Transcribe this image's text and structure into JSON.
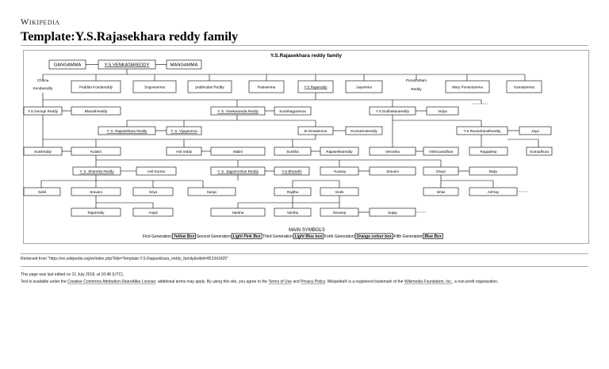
{
  "header": {
    "wordmark": "Wikipedia",
    "title": "Template:Y.S.Rajasekhara reddy family"
  },
  "diagram": {
    "title": "Y.S.Rajasekhara reddy family",
    "nodes": [
      {
        "id": "gangamma",
        "label": "GANGAMMA"
      },
      {
        "id": "ysv",
        "label": "Y.S.VENKATAREDDY"
      },
      {
        "id": "mangamma",
        "label": "MANGAMMA"
      },
      {
        "id": "chinna1",
        "label": "Chinna"
      },
      {
        "id": "chinna2",
        "label": "Kondareddy"
      },
      {
        "id": "pedda",
        "label": "Peddda Kondareddy"
      },
      {
        "id": "suguna",
        "label": "Sugunamma"
      },
      {
        "id": "prabhu",
        "label": "prabhudas Reddy"
      },
      {
        "id": "ratna",
        "label": "Ratnamma"
      },
      {
        "id": "ysraja",
        "label": "Y.S.Rajareddy"
      },
      {
        "id": "jayamma",
        "label": "Jayamma"
      },
      {
        "id": "puru1",
        "label": "Purushottam"
      },
      {
        "id": "puru2",
        "label": "Reddy"
      },
      {
        "id": "mary",
        "label": "Mary Puneetamma"
      },
      {
        "id": "kamala",
        "label": "Kamalamma"
      },
      {
        "id": "ysgeorge",
        "label": "Y.S.George Reddy"
      },
      {
        "id": "bharathi1",
        "label": "Bharathireddy"
      },
      {
        "id": "vivek",
        "label": "Y. S. Vivekananda Reddy"
      },
      {
        "id": "soubhag",
        "label": "Soubhagyamma"
      },
      {
        "id": "sudhakar",
        "label": "Y.S.Sudhakarareddy"
      },
      {
        "id": "vidya",
        "label": "Vidya"
      },
      {
        "id": "ysr",
        "label": "Y. S. Rajasekhara Reddy"
      },
      {
        "id": "vijaya",
        "label": "Y. S. Vijayamma"
      },
      {
        "id": "vimala",
        "label": "B.Vimalamma"
      },
      {
        "id": "kumar",
        "label": "KUmarKotireddy"
      },
      {
        "id": "ravindra",
        "label": "Y.S.Ravindranathreddy"
      },
      {
        "id": "jaya",
        "label": "Jaya"
      },
      {
        "id": "suni",
        "label": "Sunilreddy"
      },
      {
        "id": "kulasri",
        "label": "Kulasri"
      },
      {
        "id": "anil",
        "label": "Anil reddy"
      },
      {
        "id": "malini",
        "label": "Malini"
      },
      {
        "id": "sunitha",
        "label": "Sunitha"
      },
      {
        "id": "rajasekhar",
        "label": "Rajasekhareddy"
      },
      {
        "id": "veronika",
        "label": "Veronika"
      },
      {
        "id": "vishnu",
        "label": "Vishnuvardhan"
      },
      {
        "id": "ragadeep",
        "label": "Ragadeep"
      },
      {
        "id": "sumadhura",
        "label": "Sumadhura"
      },
      {
        "id": "sharmila",
        "label": "Y. S. Sharmila Reddy"
      },
      {
        "id": "anilkumar",
        "label": "Anil Kumar"
      },
      {
        "id": "jagan",
        "label": "Y. S. Jaganmohan Reddy"
      },
      {
        "id": "bharathi2",
        "label": "Y.S.Bharathi"
      },
      {
        "id": "yuvaraj",
        "label": "Yuvaraj"
      },
      {
        "id": "sravani1",
        "label": "Sravani"
      },
      {
        "id": "divya",
        "label": "Divya"
      },
      {
        "id": "baiju",
        "label": "Baiju"
      },
      {
        "id": "sahil",
        "label": "Sahil"
      },
      {
        "id": "sravani2",
        "label": "Sravani"
      },
      {
        "id": "sriya",
        "label": "Sriya"
      },
      {
        "id": "sanjiv",
        "label": "Sanjiv"
      },
      {
        "id": "rajitha",
        "label": "Rajitha"
      },
      {
        "id": "vivek2",
        "label": "Vivek"
      },
      {
        "id": "ishwi",
        "label": "Ishwi"
      },
      {
        "id": "ashray",
        "label": "Ashray"
      },
      {
        "id": "raja",
        "label": "Rajareddy"
      },
      {
        "id": "anjali",
        "label": "Anjali"
      },
      {
        "id": "harsha",
        "label": "Harsha"
      },
      {
        "id": "varsha",
        "label": "Varsha"
      },
      {
        "id": "devaraj",
        "label": "Devaraj"
      },
      {
        "id": "sujay",
        "label": "Sujay"
      }
    ],
    "legend": {
      "heading": "MAIN SYMBOLS",
      "items": [
        {
          "prefix": "First Generation: ",
          "box": "Yellow Box"
        },
        {
          "prefix": "Second Generation: ",
          "box": "Light Pink Box"
        },
        {
          "prefix": "Third Generation: ",
          "box": "Light Blue box"
        },
        {
          "prefix": "Forth Generation: ",
          "box": "Orange colour box"
        },
        {
          "prefix": "Fifth Generation: ",
          "box": "Blue Box"
        }
      ]
    }
  },
  "footer": {
    "retrieved": "Retrieved from \"https://en.wikipedia.org/w/index.php?title=Template:Y.S.Rajasekhara_reddy_family&oldid=851341825\"",
    "last_edited": "This page was last edited on 21 July 2018, at 16:48 (UTC).",
    "license_pre": "Text is available under the ",
    "license_link": "Creative Commons Attribution-ShareAlike License",
    "license_mid": "; additional terms may apply. By using this site, you agree to the ",
    "terms": "Terms of Use",
    "and": " and ",
    "privacy": "Privacy Policy",
    "trademark_pre": ". Wikipedia® is a registered trademark of the ",
    "foundation": "Wikimedia Foundation, Inc.",
    "trademark_post": ", a non-profit organization."
  }
}
